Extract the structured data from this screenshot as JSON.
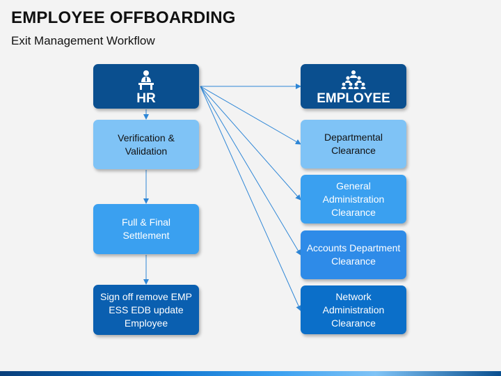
{
  "header": {
    "title": "EMPLOYEE OFFBOARDING",
    "subtitle": "Exit Management Workflow"
  },
  "hr": {
    "label": "HR",
    "icon": "person-at-desk-icon",
    "steps": [
      "Verification & Validation",
      "Full & Final Settlement",
      "Sign off remove EMP ESS EDB update Employee"
    ]
  },
  "employee": {
    "label": "EMPLOYEE",
    "icon": "team-hierarchy-icon",
    "clearances": [
      "Departmental Clearance",
      "General Administration Clearance",
      "Accounts Department Clearance",
      "Network Administration Clearance"
    ]
  },
  "colors": {
    "header_dark": "#0a4f8f",
    "light_blue": "#7fc3f6",
    "mid_blue": "#3aa0f0",
    "dark_blue": "#0b6fc9",
    "connector": "#2e86d6"
  }
}
